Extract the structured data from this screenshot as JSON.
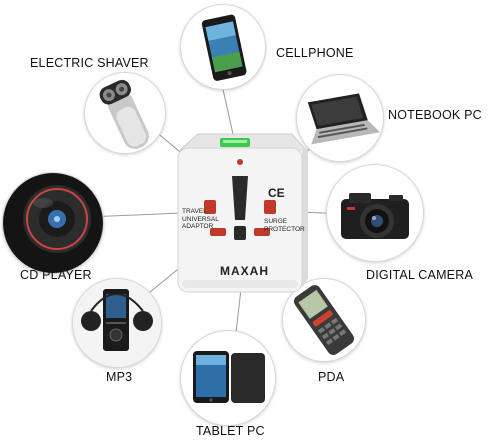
{
  "devices": {
    "electric_shaver": "ELECTRIC SHAVER",
    "cellphone": "CELLPHONE",
    "notebook_pc": "NOTEBOOK PC",
    "digital_camera": "DIGITAL CAMERA",
    "cd_player": "CD PLAYER",
    "mp3": "MP3",
    "pda": "PDA",
    "tablet_pc": "TABLET PC"
  },
  "adapter": {
    "left_text": [
      "TRAVEL",
      "UNIVERSAL",
      "ADAPTOR"
    ],
    "right_text": [
      "SURGE",
      "PROTECTOR"
    ],
    "ce_mark": "CE",
    "brand": "MAXAH"
  },
  "colors": {
    "adapter_body": "#f4f4f4",
    "socket_red": "#c0392b",
    "indicator_green": "#3cc84a",
    "connector_line": "#9a9a9a"
  }
}
